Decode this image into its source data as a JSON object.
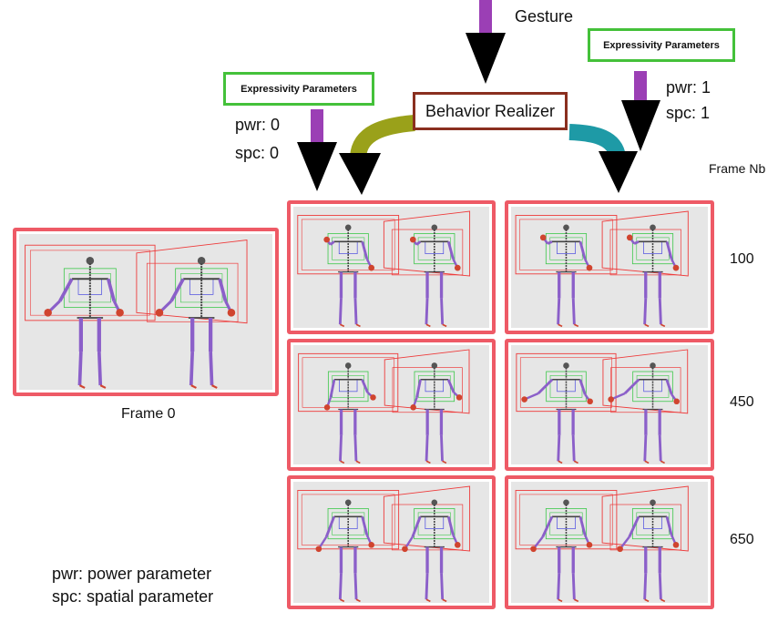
{
  "gesture_label": "Gesture",
  "behavior_realizer_label": "Behavior Realizer",
  "left_params": {
    "title": "Expressivity Parameters",
    "pwr": "pwr: 0",
    "spc": "spc: 0"
  },
  "right_params": {
    "title": "Expressivity Parameters",
    "pwr": "pwr: 1",
    "spc": "spc: 1"
  },
  "frame_nb_label": "Frame Nb",
  "frame0_label": "Frame 0",
  "frames": [
    "100",
    "450",
    "650"
  ],
  "legend": {
    "pwr": "pwr: power parameter",
    "spc": "spc: spatial parameter"
  },
  "colors": {
    "gesture_arrow": "#9b3fb5",
    "params_border": "#44c13a",
    "realizer_border": "#8a2f1f",
    "left_curve": "#9aa11a",
    "right_curve": "#1e9aa6",
    "panel_border": "#ee5a66",
    "panel_bg": "#e6e6e6"
  }
}
